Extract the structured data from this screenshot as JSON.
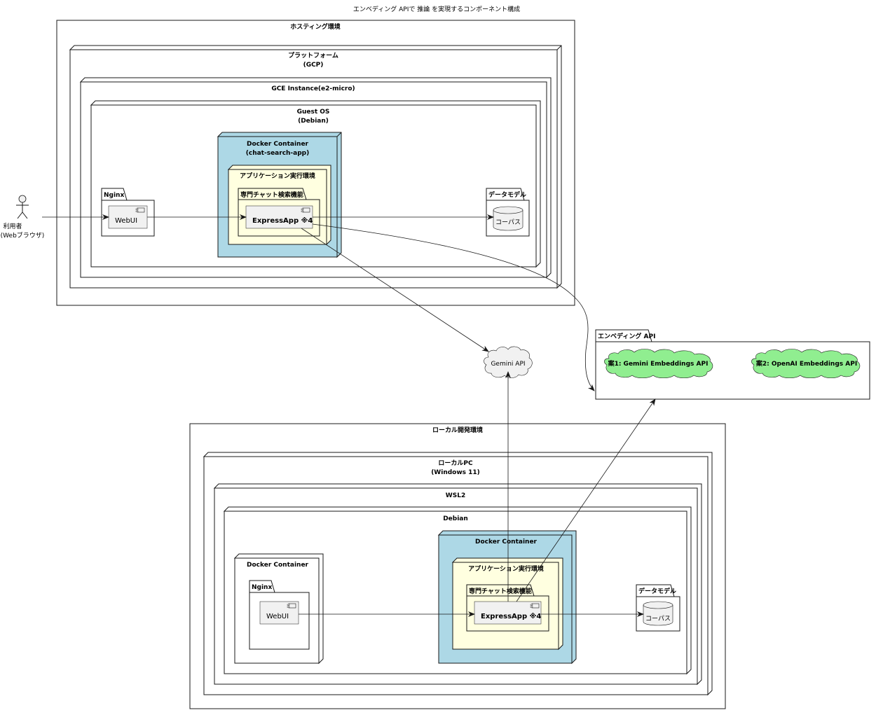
{
  "title": "エンベディング APIで 推論 を実現するコンポーネント構成",
  "actor": {
    "line1": "利用者",
    "line2": "(Webブラウザ)"
  },
  "hosting": {
    "label": "ホスティング環境",
    "platform": {
      "line1": "プラットフォーム",
      "line2": "(GCP)"
    },
    "instance": "GCE Instance(e2-micro)",
    "guest_os": {
      "line1": "Guest OS",
      "line2": "(Debian)"
    },
    "docker": {
      "line1": "Docker Container",
      "line2": "(chat-search-app)"
    },
    "runtime": "アプリケーション実行環境",
    "feature": "専門チャット検索機能",
    "app": "ExpressApp ※4",
    "nginx": "Nginx",
    "webui": "WebUI",
    "datamodel": "データモデル",
    "corpus": "コーパス"
  },
  "gemini_api": "Gemini API",
  "embedding_api": {
    "label": "エンベディング API",
    "option1": "案1: Gemini Embeddings API",
    "option2": "案2: OpenAI Embeddings API"
  },
  "local": {
    "label": "ローカル開発環境",
    "pc": {
      "line1": "ローカルPC",
      "line2": "(Windows 11)"
    },
    "wsl": "WSL2",
    "debian": "Debian",
    "docker_nginx": "Docker Container",
    "nginx": "Nginx",
    "webui": "WebUI",
    "docker_app": "Docker Container",
    "runtime": "アプリケーション実行環境",
    "feature": "専門チャット検索機能",
    "app": "ExpressApp ※4",
    "datamodel": "データモデル",
    "corpus": "コーパス"
  },
  "colors": {
    "docker_fill": "#add8e6",
    "runtime_fill": "#ffffe0",
    "cloud_fill": "#f1f1f1",
    "option_cloud_fill": "#90ee90",
    "component_fill": "#f1f1f1",
    "line": "#181818"
  }
}
